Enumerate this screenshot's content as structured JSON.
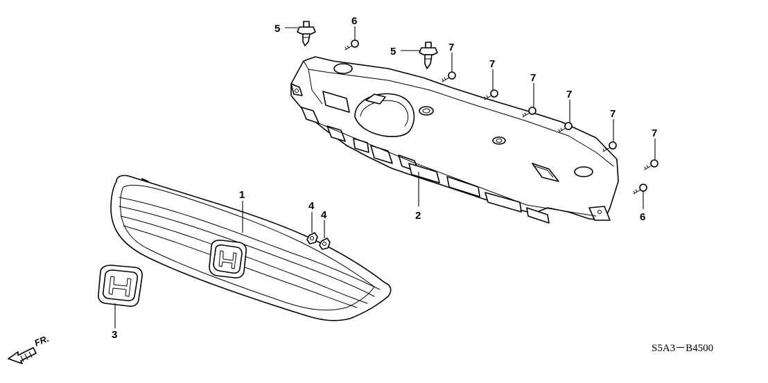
{
  "callouts": {
    "c1": "1",
    "c2": "2",
    "c3": "3",
    "c4a": "4",
    "c4b": "4",
    "c5a": "5",
    "c5b": "5",
    "c6a": "6",
    "c6b": "6",
    "c7a": "7",
    "c7b": "7",
    "c7c": "7",
    "c7d": "7",
    "c7e": "7",
    "c7f": "7"
  },
  "front_indicator": "FR.",
  "diagram_code": "S5A3－B4500"
}
